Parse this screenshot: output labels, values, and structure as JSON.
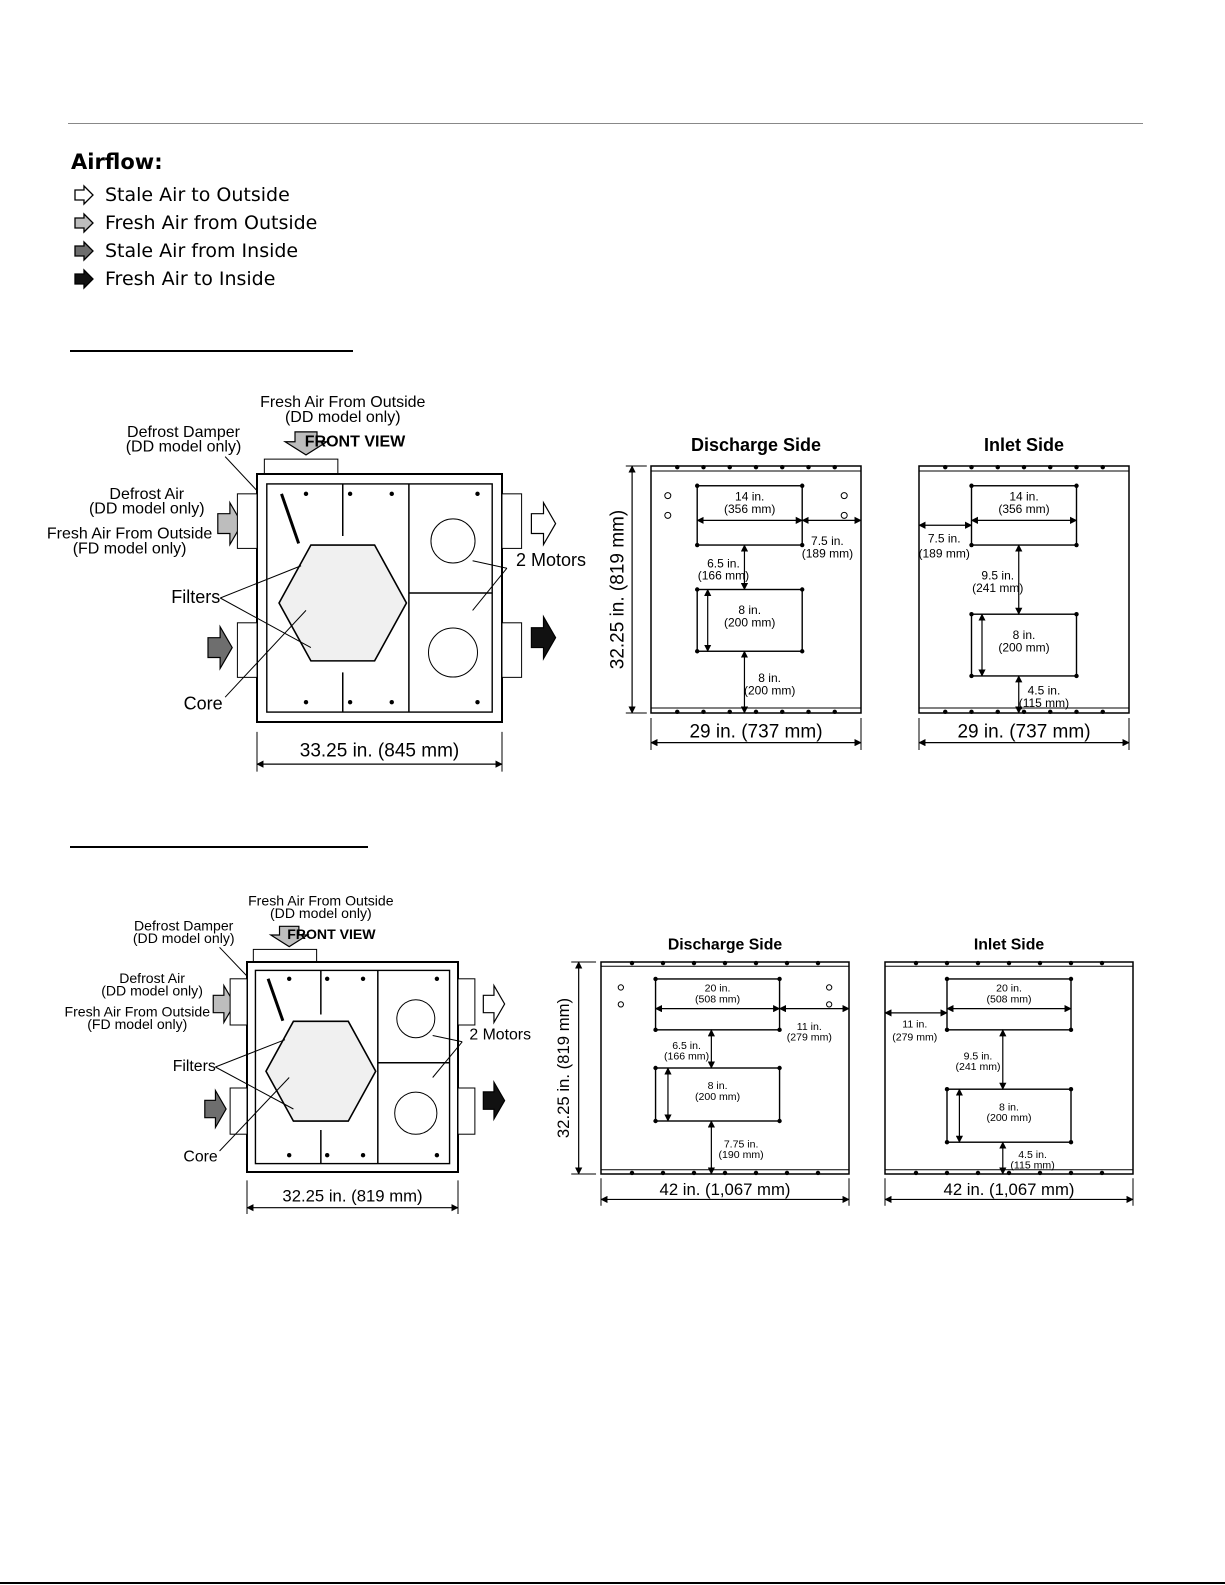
{
  "legend": {
    "title": "Airflow:",
    "items": [
      {
        "label": "Stale Air to Outside",
        "fill": "#ffffff"
      },
      {
        "label": "Fresh Air from Outside",
        "fill": "#bdbdbd"
      },
      {
        "label": "Stale Air from Inside",
        "fill": "#6e6e6e"
      },
      {
        "label": "Fresh Air to Inside",
        "fill": "#111111"
      }
    ]
  },
  "unit1": {
    "front": {
      "title": "FRONT VIEW",
      "top_label_1": "Fresh Air From Outside",
      "top_label_2": "(DD model only)",
      "damper_1": "Defrost Damper",
      "damper_2": "(DD model only)",
      "defrost_1": "Defrost Air",
      "defrost_2": "(DD model only)",
      "fd_1": "Fresh Air From Outside",
      "fd_2": "(FD model only)",
      "filters": "Filters",
      "core": "Core",
      "motors": "2 Motors",
      "width": "33.25 in. (845 mm)"
    },
    "discharge": {
      "title": "Discharge Side",
      "height": "32.25 in. (819 mm)",
      "top_w_1": "14 in.",
      "top_w_2": "(356 mm)",
      "side_1": "7.5 in.",
      "side_2": "(189 mm)",
      "gap_1": "6.5 in.",
      "gap_2": "(166 mm)",
      "low_h_1": "8 in.",
      "low_h_2": "(200 mm)",
      "bot_1": "8 in.",
      "bot_2": "(200 mm)",
      "width": "29 in. (737 mm)"
    },
    "inlet": {
      "title": "Inlet Side",
      "top_w_1": "14 in.",
      "top_w_2": "(356 mm)",
      "side_1": "7.5 in.",
      "side_2": "(189 mm)",
      "gap_1": "9.5 in.",
      "gap_2": "(241 mm)",
      "low_h_1": "8 in.",
      "low_h_2": "(200 mm)",
      "bot_1": "4.5 in.",
      "bot_2": "(115 mm)",
      "width": "29 in. (737 mm)"
    }
  },
  "unit2": {
    "front": {
      "title": "FRONT VIEW",
      "top_label_1": "Fresh Air From Outside",
      "top_label_2": "(DD model only)",
      "damper_1": "Defrost Damper",
      "damper_2": "(DD model only)",
      "defrost_1": "Defrost Air",
      "defrost_2": "(DD model only)",
      "fd_1": "Fresh Air From Outside",
      "fd_2": "(FD model only)",
      "filters": "Filters",
      "core": "Core",
      "motors": "2 Motors",
      "width": "32.25 in. (819 mm)"
    },
    "discharge": {
      "title": "Discharge Side",
      "height": "32.25 in. (819 mm)",
      "top_w_1": "20 in.",
      "top_w_2": "(508 mm)",
      "side_1": "11 in.",
      "side_2": "(279 mm)",
      "gap_1": "6.5 in.",
      "gap_2": "(166 mm)",
      "low_h_1": "8 in.",
      "low_h_2": "(200 mm)",
      "bot_1": "7.75 in.",
      "bot_2": "(190 mm)",
      "width": "42 in. (1,067 mm)"
    },
    "inlet": {
      "title": "Inlet Side",
      "top_w_1": "20 in.",
      "top_w_2": "(508 mm)",
      "side_1": "11 in.",
      "side_2": "(279 mm)",
      "gap_1": "9.5 in.",
      "gap_2": "(241 mm)",
      "low_h_1": "8 in.",
      "low_h_2": "(200 mm)",
      "bot_1": "4.5 in.",
      "bot_2": "(115 mm)",
      "width": "42 in. (1,067 mm)"
    }
  }
}
